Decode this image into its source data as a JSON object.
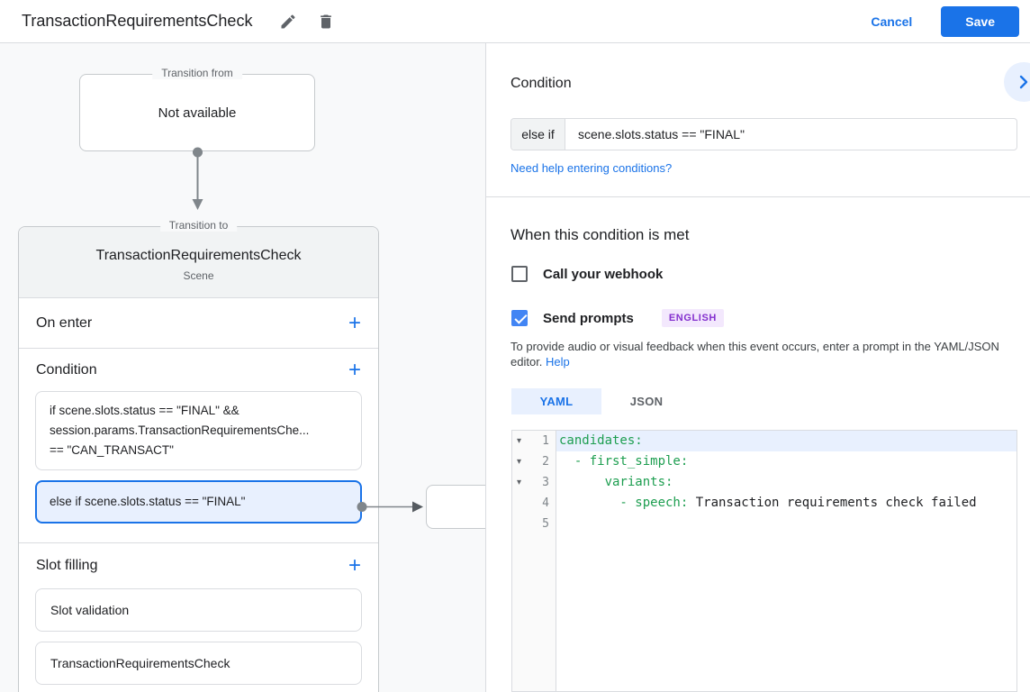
{
  "header": {
    "title": "TransactionRequirementsCheck",
    "cancel_label": "Cancel",
    "save_label": "Save"
  },
  "canvas": {
    "transition_from": {
      "legend": "Transition from",
      "content": "Not available"
    },
    "scene_card": {
      "legend": "Transition to",
      "title": "TransactionRequirementsCheck",
      "subtitle": "Scene",
      "sections": {
        "on_enter": {
          "label": "On enter"
        },
        "condition": {
          "label": "Condition",
          "items": [
            {
              "selected": false,
              "lines": [
                "if scene.slots.status == \"FINAL\" &&",
                "session.params.TransactionRequirementsChe...",
                "== \"CAN_TRANSACT\""
              ]
            },
            {
              "selected": true,
              "lines": [
                "else if scene.slots.status == \"FINAL\""
              ]
            }
          ]
        },
        "slot_filling": {
          "label": "Slot filling",
          "items": [
            "Slot validation",
            "TransactionRequirementsCheck"
          ]
        }
      }
    }
  },
  "panel": {
    "title": "Condition",
    "condition_input": {
      "prefix": "else if",
      "value": "scene.slots.status == \"FINAL\""
    },
    "help_link": "Need help entering conditions?",
    "when_met": {
      "title": "When this condition is met",
      "webhook": {
        "label": "Call your webhook",
        "checked": false
      },
      "prompts": {
        "label": "Send prompts",
        "checked": true,
        "badge": "ENGLISH"
      },
      "description": "To provide audio or visual feedback when this event occurs, enter a prompt in the YAML/JSON editor. ",
      "description_link": "Help"
    },
    "editor": {
      "tabs": [
        {
          "label": "YAML",
          "active": true
        },
        {
          "label": "JSON",
          "active": false
        }
      ],
      "lines": [
        {
          "num": "1",
          "fold": true,
          "highlight": true,
          "key": "candidates:",
          "text": ""
        },
        {
          "num": "2",
          "fold": true,
          "highlight": false,
          "key": "  - first_simple:",
          "text": ""
        },
        {
          "num": "3",
          "fold": true,
          "highlight": false,
          "key": "      variants:",
          "text": ""
        },
        {
          "num": "4",
          "fold": false,
          "highlight": false,
          "key": "        - speech: ",
          "text": "Transaction requirements check failed"
        },
        {
          "num": "5",
          "fold": false,
          "highlight": false,
          "key": "",
          "text": ""
        }
      ]
    }
  },
  "icons": {
    "add": "+",
    "fold": "▾"
  },
  "colors": {
    "accent_blue": "#1a73e8",
    "checkbox_blue": "#4285f4",
    "selected_bg": "#e8f0fe",
    "code_key_green": "#1d9e50",
    "badge_bg": "#f3e8fd",
    "badge_text": "#8430ce",
    "border": "#dadce0",
    "canvas_bg": "#f8f9fa"
  }
}
